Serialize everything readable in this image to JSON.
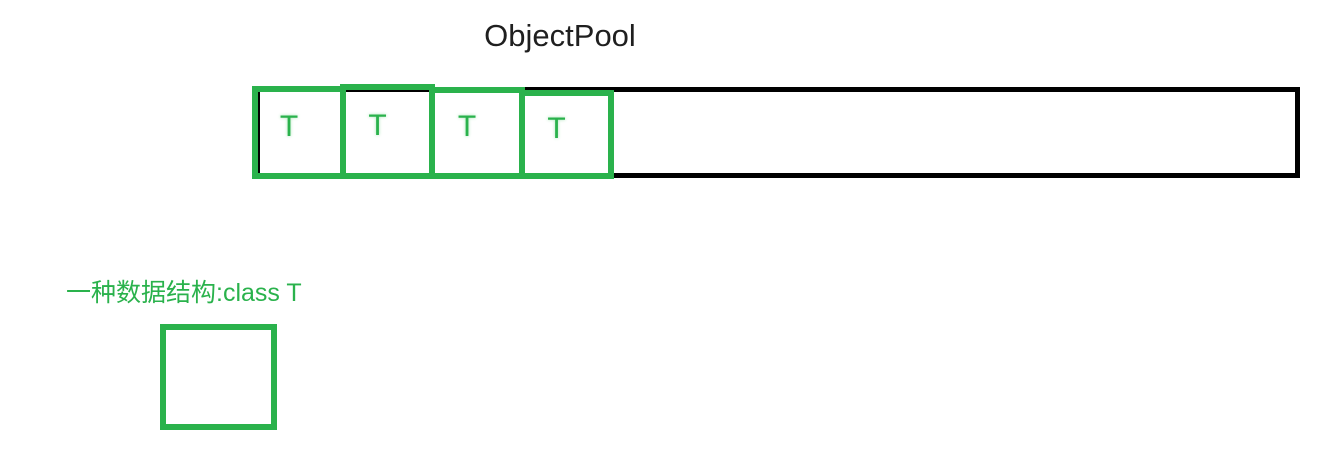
{
  "title": "ObjectPool",
  "pool": {
    "cells": [
      {
        "label": "T"
      },
      {
        "label": "T"
      },
      {
        "label": "T"
      },
      {
        "label": "T"
      }
    ]
  },
  "note": {
    "text": "一种数据结构:class T"
  },
  "colors": {
    "green": "#2ab24c",
    "pool_border": "#000000",
    "title_text": "#1f1f1f"
  }
}
